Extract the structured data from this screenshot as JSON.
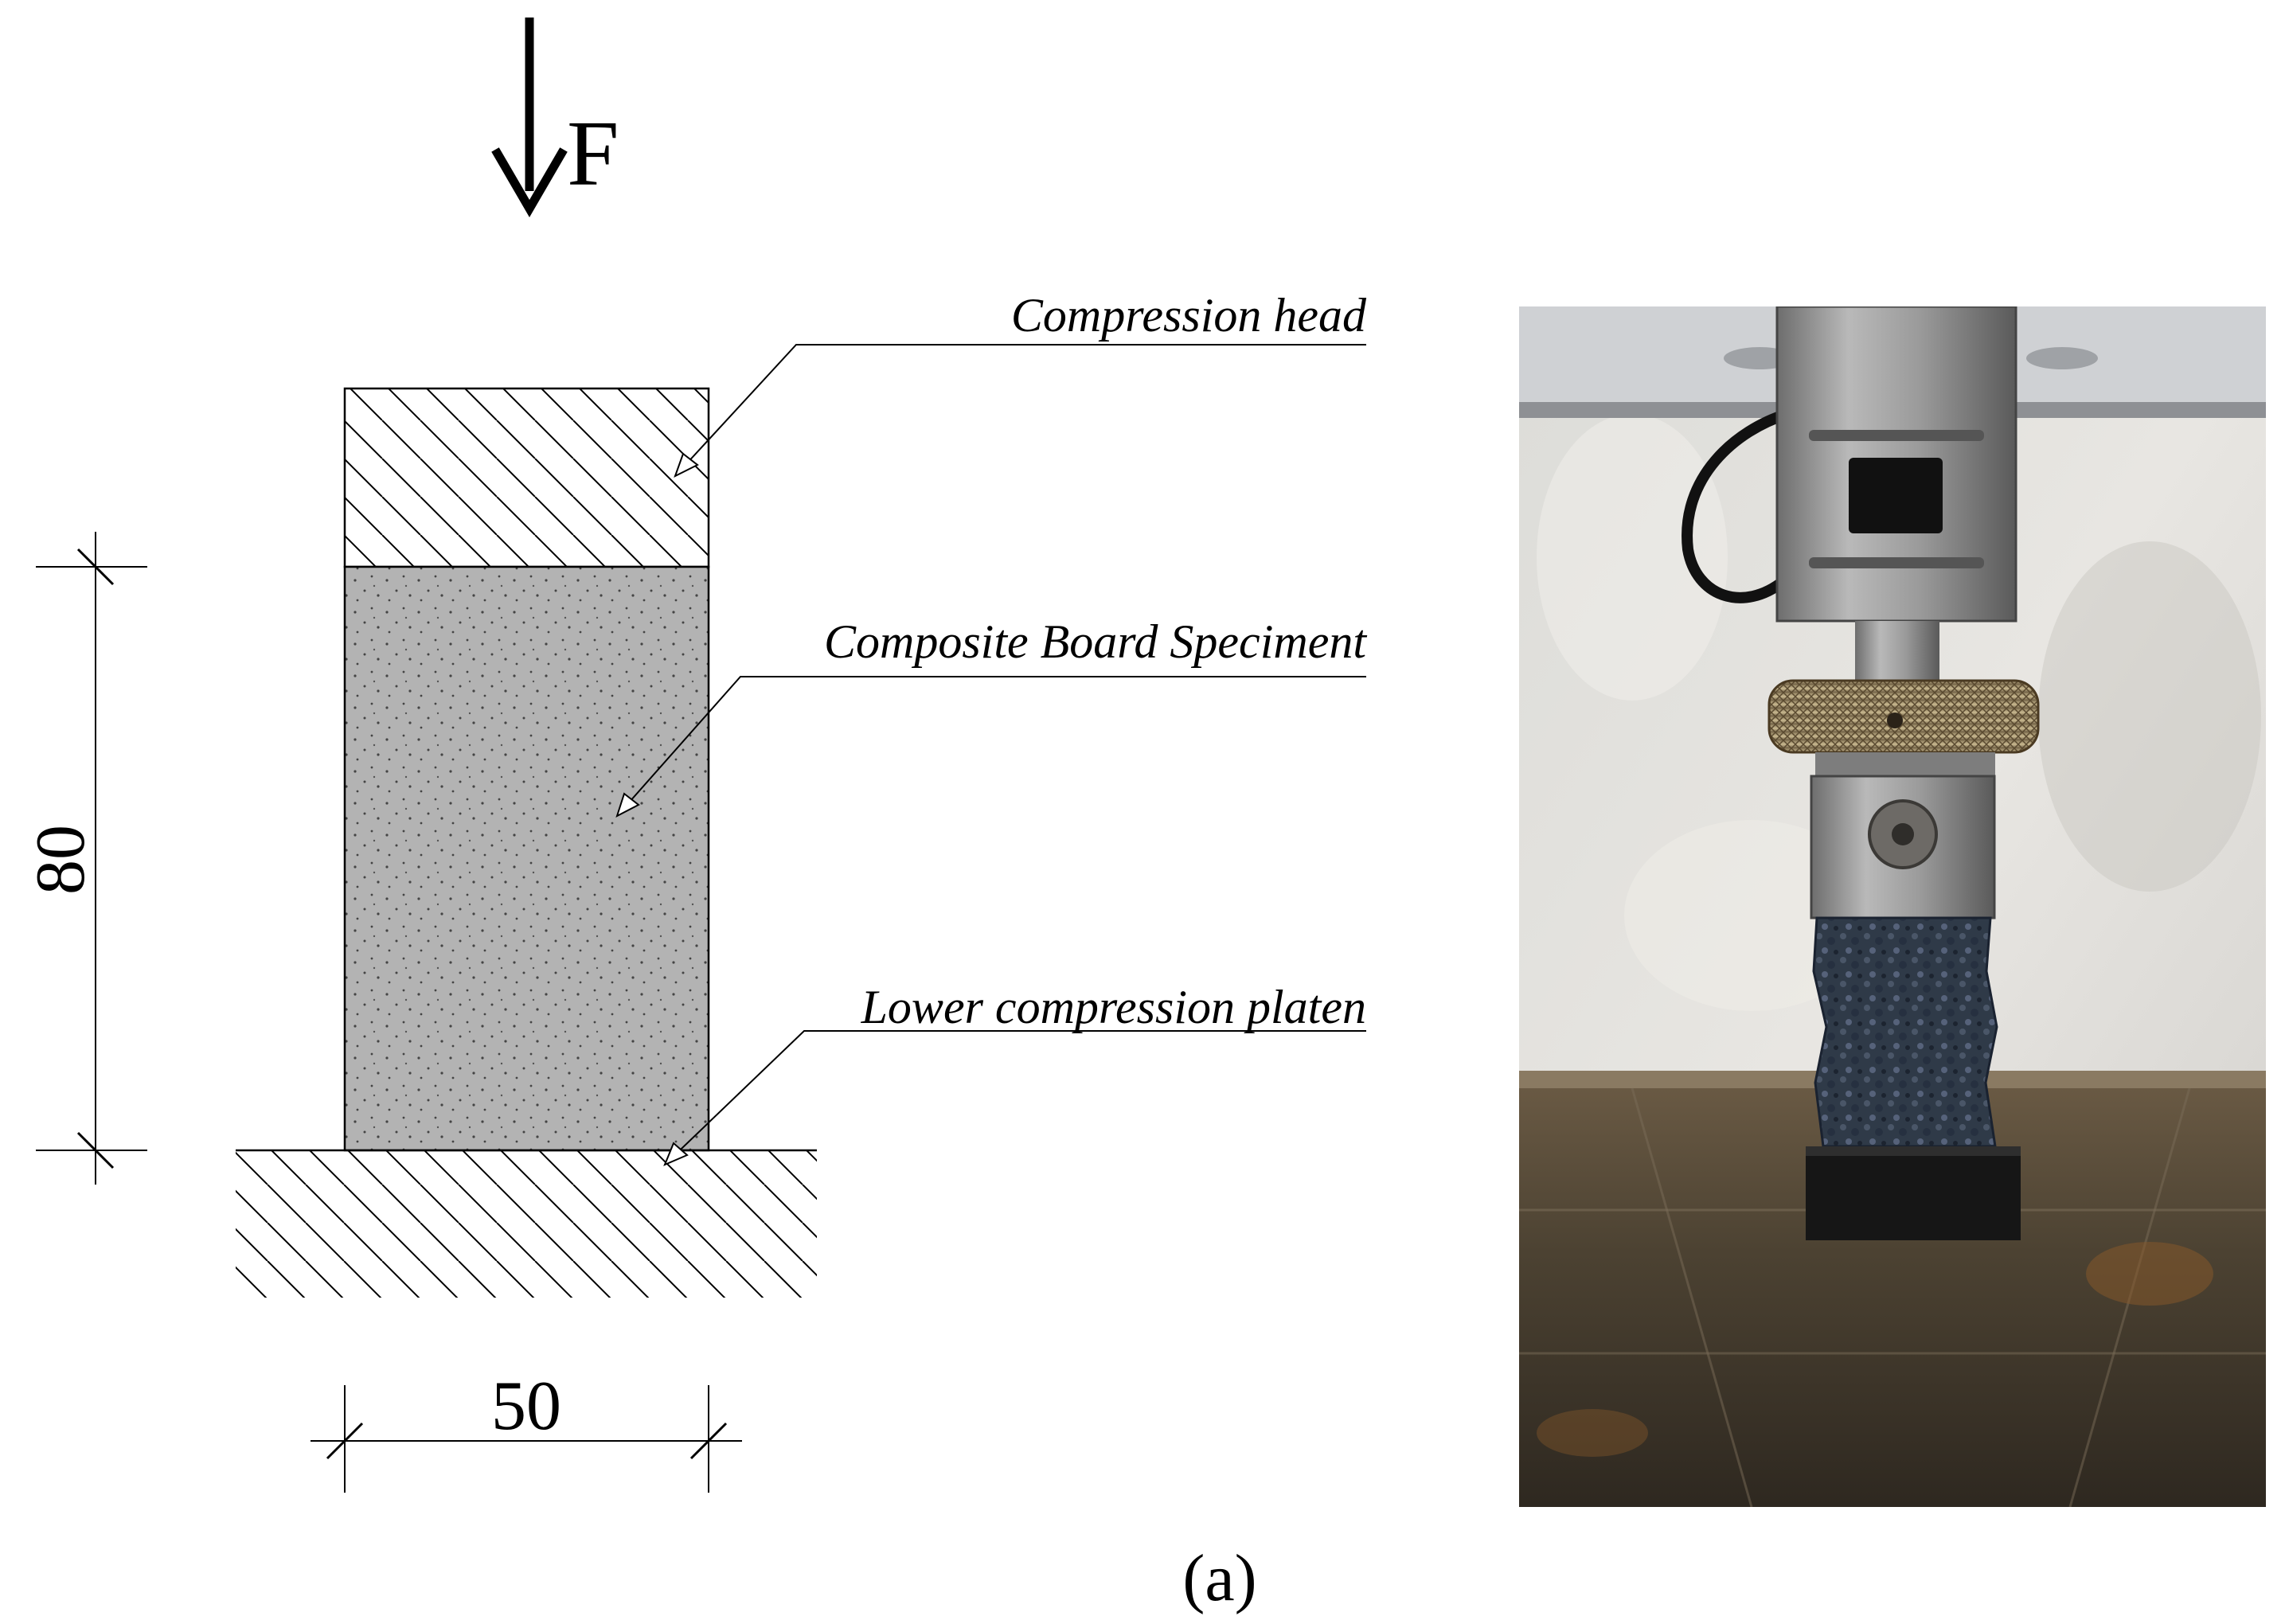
{
  "labels": {
    "force": "F",
    "compression_head": "Compression head",
    "specimen": "Composite Board Speciment",
    "lower_platen": "Lower compression platen",
    "height_dim": "80",
    "width_dim": "50",
    "caption": "(a)"
  },
  "colors": {
    "specimen_fill": "#b3b3b3",
    "line": "#000000",
    "background": "#ffffff"
  },
  "photo": {
    "depicts": "compression test apparatus with load cell and crushed composite board specimen"
  }
}
